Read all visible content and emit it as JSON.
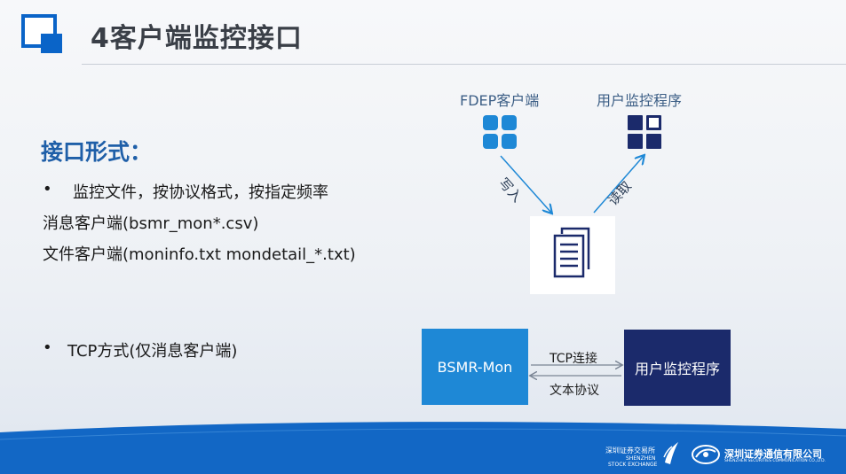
{
  "title": "4客户端监控接口",
  "section_head": "接口形式：",
  "bullets": {
    "b1_mark": "•",
    "b1_text": "监控文件，按协议格式，按指定频率",
    "line2": "消息客户端(bsmr_mon*.csv)",
    "line3": "文件客户端(moninfo.txt mondetail_*.txt)",
    "b2_mark": "•",
    "b2_text": "TCP方式(仅消息客户端)"
  },
  "diagram": {
    "fdep_label": "FDEP客户端",
    "monitor_label": "用户监控程序",
    "write_label": "写入",
    "read_label": "读取"
  },
  "flow": {
    "left_box": "BSMR-Mon",
    "right_box": "用户监控程序",
    "tcp_label": "TCP连接",
    "text_label": "文本协议"
  },
  "footer": {
    "szse_cn": "深圳证券交易所",
    "szse_en1": "SHENZHEN",
    "szse_en2": "STOCK EXCHANGE",
    "szsc_cn": "深圳证券通信有限公司",
    "szsc_en": "SHENZHEN SECURITIES COMMUNICATION CO.,LTD."
  },
  "colors": {
    "brand_blue": "#0a64c8",
    "light_blue": "#1e88d6",
    "navy": "#1b2a6b"
  }
}
